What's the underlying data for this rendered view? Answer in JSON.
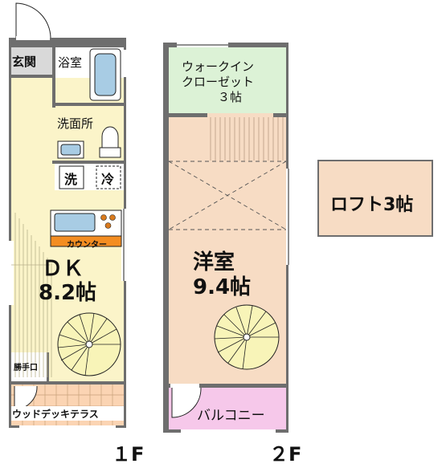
{
  "floor1": {
    "genkan": "玄関",
    "bath": "浴室",
    "washroom": "洗面所",
    "washer": "洗",
    "fridge": "冷",
    "counter": "カウンター",
    "dk_line1": "ＤＫ",
    "dk_line2": "8.2帖",
    "back_door": "勝手口",
    "deck": "ウッドデッキテラス",
    "floor_label": "１F"
  },
  "floor2": {
    "closet_line1": "ウォークイン",
    "closet_line2": "クローゼット",
    "closet_line3": "３帖",
    "room_line1": "洋室",
    "room_line2": "9.4帖",
    "balcony": "バルコニー",
    "floor_label": "２F"
  },
  "loft": {
    "label": "ロフト3帖"
  },
  "colors": {
    "wall": "#6e6e6e",
    "outline": "#222222",
    "dk_floor": "#fbf4c9",
    "room_floor": "#f7dcc4",
    "closet_floor": "#dcf2d6",
    "balcony_floor": "#f6c8ea",
    "wet_area": "#ffffff",
    "deck_floor": "#fbd4b3",
    "counter_band": "#f48d21",
    "fixture_blue": "#a8cce4",
    "stair_yellow": "#f8f4b8",
    "genkan_floor": "#d9d9d9"
  }
}
